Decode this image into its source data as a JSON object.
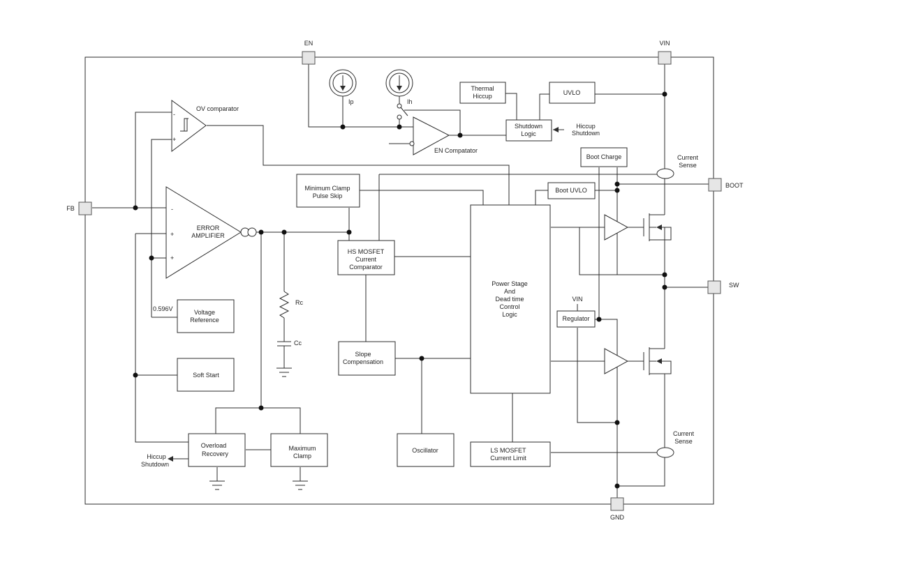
{
  "pins": {
    "en": "EN",
    "vin": "VIN",
    "fb": "FB",
    "boot": "BOOT",
    "sw": "SW",
    "gnd": "GND"
  },
  "blocks": {
    "thermal_hiccup": [
      "Thermal",
      "Hiccup"
    ],
    "uvlo": "UVLO",
    "shutdown_logic": [
      "Shutdown",
      "Logic"
    ],
    "hiccup_shutdown_top": [
      "Hiccup",
      "Shutdown"
    ],
    "boot_charge": "Boot Charge",
    "current_sense_top": [
      "Current",
      "Sense"
    ],
    "min_clamp": [
      "Minimum Clamp",
      "Pulse Skip"
    ],
    "boot_uvlo": "Boot UVLO",
    "hs_mosfet": [
      "HS MOSFET",
      "Current",
      "Comparator"
    ],
    "power_stage": [
      "Power Stage",
      "And",
      "Dead time",
      "Control",
      "Logic"
    ],
    "vin_regulator": "VIN",
    "regulator": "Regulator",
    "voltage_reference": [
      "Voltage",
      "Reference"
    ],
    "soft_start": "Soft Start",
    "slope_comp": [
      "Slope",
      "Compensation"
    ],
    "oscillator": "Oscillator",
    "overload_recovery": [
      "Overload",
      "Recovery"
    ],
    "maximum_clamp": [
      "Maximum",
      "Clamp"
    ],
    "ls_mosfet": [
      "LS MOSFET",
      "Current Limit"
    ],
    "current_sense_bottom": [
      "Current",
      "Sense"
    ],
    "hiccup_shutdown_bottom": [
      "Hiccup",
      "Shutdown"
    ]
  },
  "labels": {
    "ov_comparator": "OV comparator",
    "en_comparator": "EN Compatator",
    "error_amp": [
      "ERROR",
      "AMPLIFIER"
    ],
    "ip": "Ip",
    "ih": "Ih",
    "rc": "Rc",
    "cc": "Cc",
    "vref_value": "0.596V",
    "minus": "-",
    "plus": "+"
  }
}
